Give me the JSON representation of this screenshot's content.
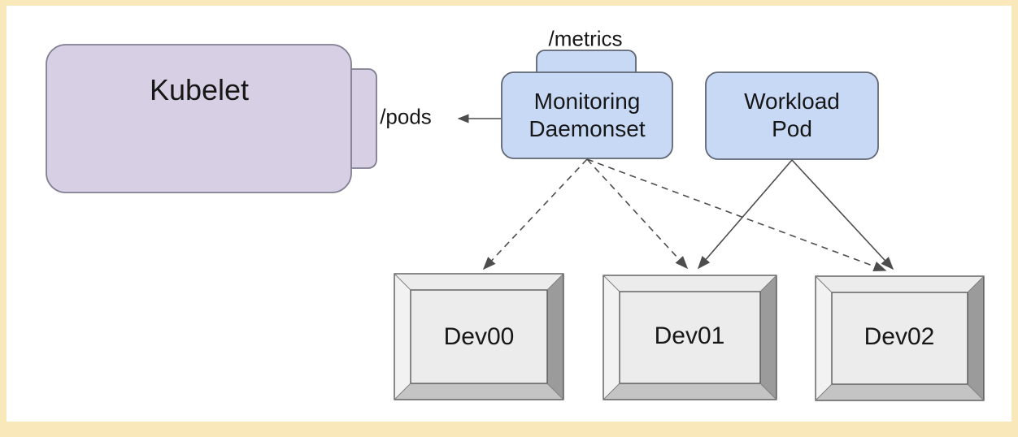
{
  "diagram": {
    "nodes": {
      "kubelet": {
        "label": "Kubelet",
        "endpoint": "/pods"
      },
      "monitoring_daemonset": {
        "line1": "Monitoring",
        "line2": "Daemonset",
        "endpoint": "/metrics"
      },
      "workload_pod": {
        "line1": "Workload",
        "line2": "Pod"
      },
      "devices": [
        {
          "label": "Dev00"
        },
        {
          "label": "Dev01"
        },
        {
          "label": "Dev02"
        }
      ]
    },
    "edges": [
      {
        "from": "monitoring_daemonset",
        "to": "kubelet /pods",
        "style": "solid-arrow"
      },
      {
        "from": "monitoring_daemonset",
        "to": "Dev00",
        "style": "dashed-arrow"
      },
      {
        "from": "monitoring_daemonset",
        "to": "Dev01",
        "style": "dashed-arrow"
      },
      {
        "from": "monitoring_daemonset",
        "to": "Dev02",
        "style": "dashed-arrow"
      },
      {
        "from": "workload_pod",
        "to": "Dev01",
        "style": "solid-arrow"
      },
      {
        "from": "workload_pod",
        "to": "Dev02",
        "style": "solid-arrow"
      }
    ],
    "colors": {
      "frame": "#f9e8ba",
      "canvas": "#ffffff",
      "kubelet_fill": "#d7d0e5",
      "kubelet_stroke": "#817d90",
      "pod_fill": "#c8d9f6",
      "pod_stroke": "#5f6672",
      "arrow": "#4d4d4d",
      "device_face": "#ececec",
      "device_side_right": "#9b9b9b",
      "device_side_bottom": "#c4c4c4",
      "device_side_left": "#f2f2f2",
      "device_stroke": "#4f4f4f",
      "text": "#171717"
    }
  }
}
